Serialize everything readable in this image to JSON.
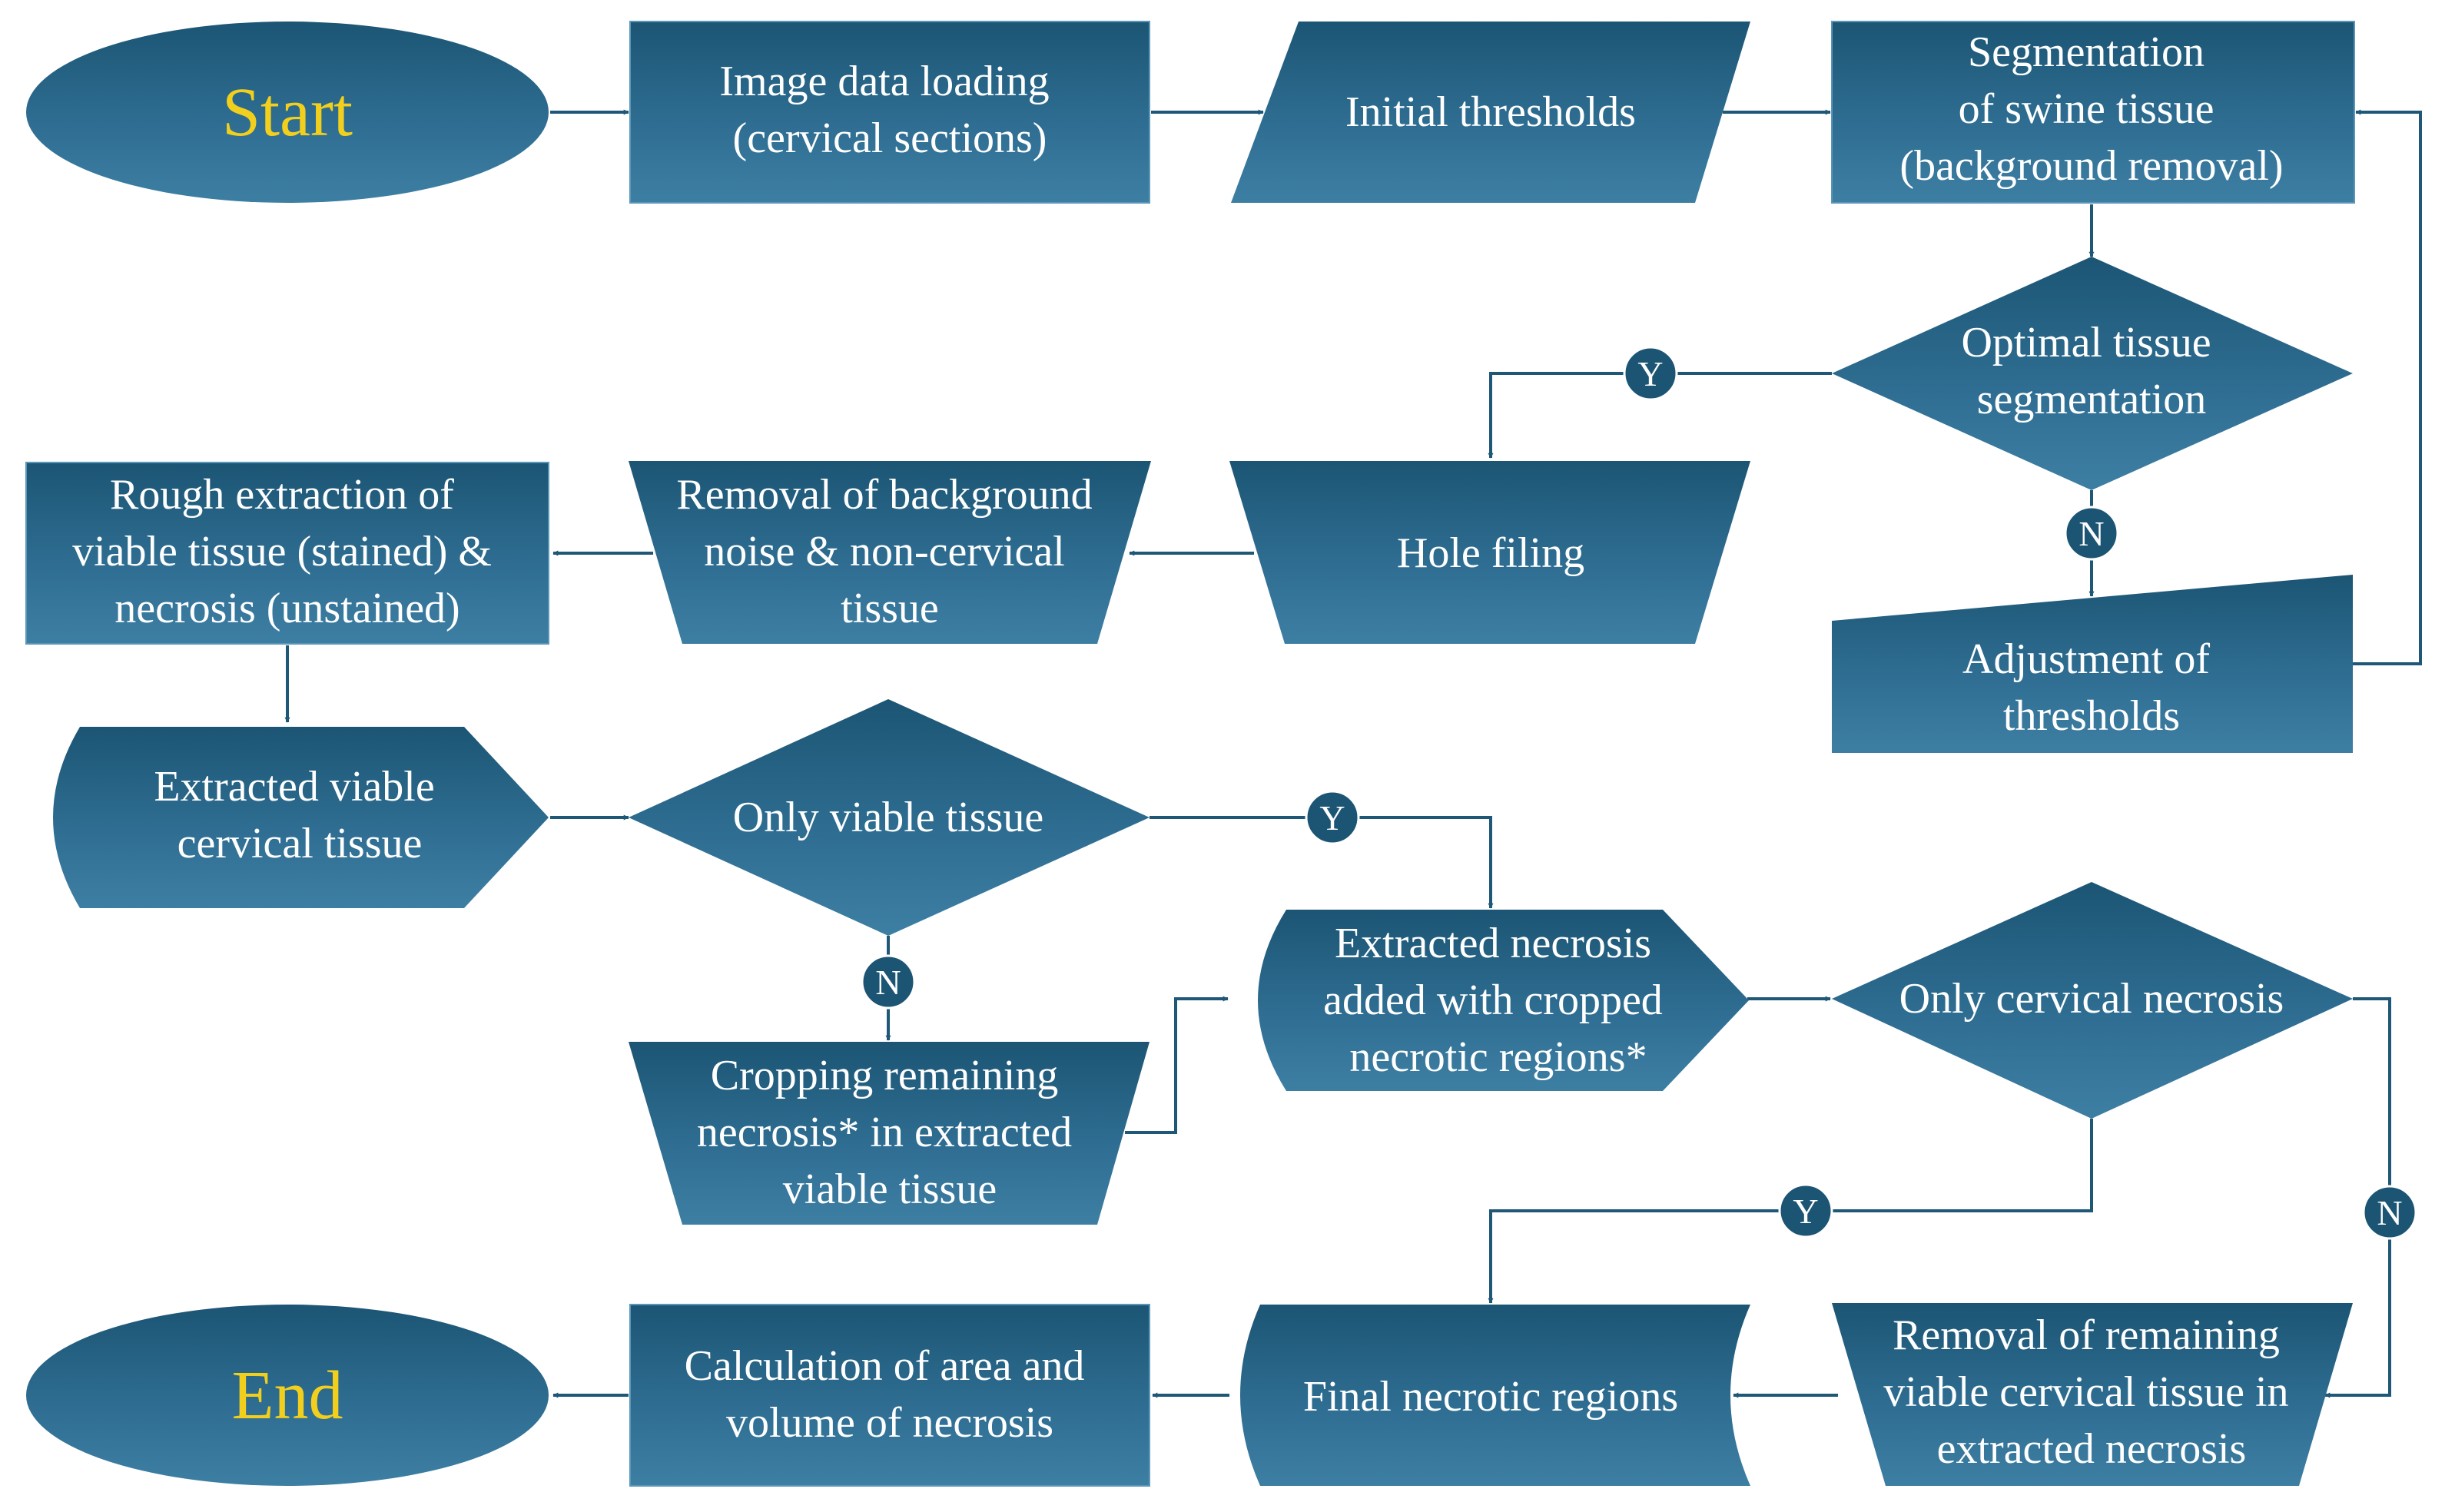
{
  "nodes": {
    "start": {
      "label": "Start"
    },
    "load": {
      "lines": [
        "Image data loading",
        "(cervical sections)"
      ]
    },
    "init": {
      "lines": [
        "Initial thresholds"
      ]
    },
    "seg": {
      "lines": [
        "Segmentation",
        "of swine tissue",
        "(background removal)"
      ]
    },
    "opt": {
      "lines": [
        "Optimal tissue",
        "segmentation"
      ]
    },
    "adj": {
      "lines": [
        "Adjustment of",
        "thresholds"
      ]
    },
    "hole": {
      "lines": [
        "Hole filing"
      ]
    },
    "noise": {
      "lines": [
        "Removal of background",
        "noise & non-cervical",
        "tissue"
      ]
    },
    "rough": {
      "lines": [
        "Rough extraction of",
        "viable tissue (stained) &",
        "necrosis (unstained)"
      ]
    },
    "viable": {
      "lines": [
        "Extracted viable",
        "cervical tissue"
      ]
    },
    "onlyv": {
      "lines": [
        "Only viable tissue"
      ]
    },
    "crop": {
      "lines": [
        "Cropping remaining",
        "necrosis* in extracted",
        "viable tissue"
      ]
    },
    "exnec": {
      "lines": [
        "Extracted necrosis",
        "added with cropped",
        "necrotic regions*"
      ]
    },
    "onlyc": {
      "lines": [
        "Only cervical necrosis"
      ]
    },
    "remov": {
      "lines": [
        "Removal of remaining",
        "viable cervical tissue in",
        "extracted necrosis"
      ]
    },
    "final": {
      "lines": [
        "Final necrotic regions"
      ]
    },
    "calc": {
      "lines": [
        "Calculation of area and",
        "volume of necrosis"
      ]
    },
    "end": {
      "label": "End"
    }
  },
  "markers": {
    "y1": "Y",
    "n1": "N",
    "y2": "Y",
    "n2": "N",
    "y3": "Y",
    "n3": "N"
  },
  "colors": {
    "fill_dark": "#1c5574",
    "fill_light": "#3d7fa3",
    "stroke": "#1f5777",
    "terminal_text": "#f2cf1d",
    "node_text": "#ffffff"
  }
}
